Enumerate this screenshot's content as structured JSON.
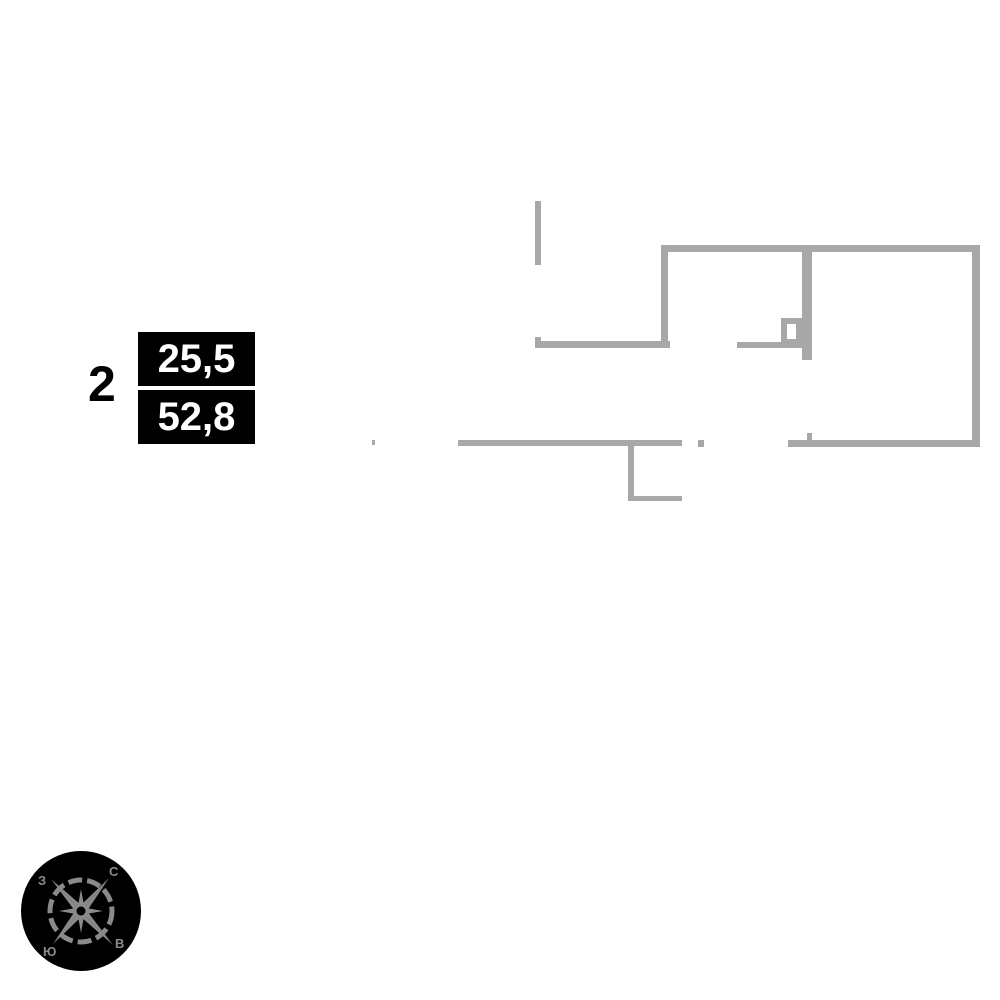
{
  "unit": {
    "rooms": "2",
    "living_area": "25,5",
    "total_area": "52,8"
  },
  "compass": {
    "north": "С",
    "east": "В",
    "south": "Ю",
    "west": "З"
  },
  "colors": {
    "wall": "#a8a8a8",
    "badge": "#000000"
  }
}
